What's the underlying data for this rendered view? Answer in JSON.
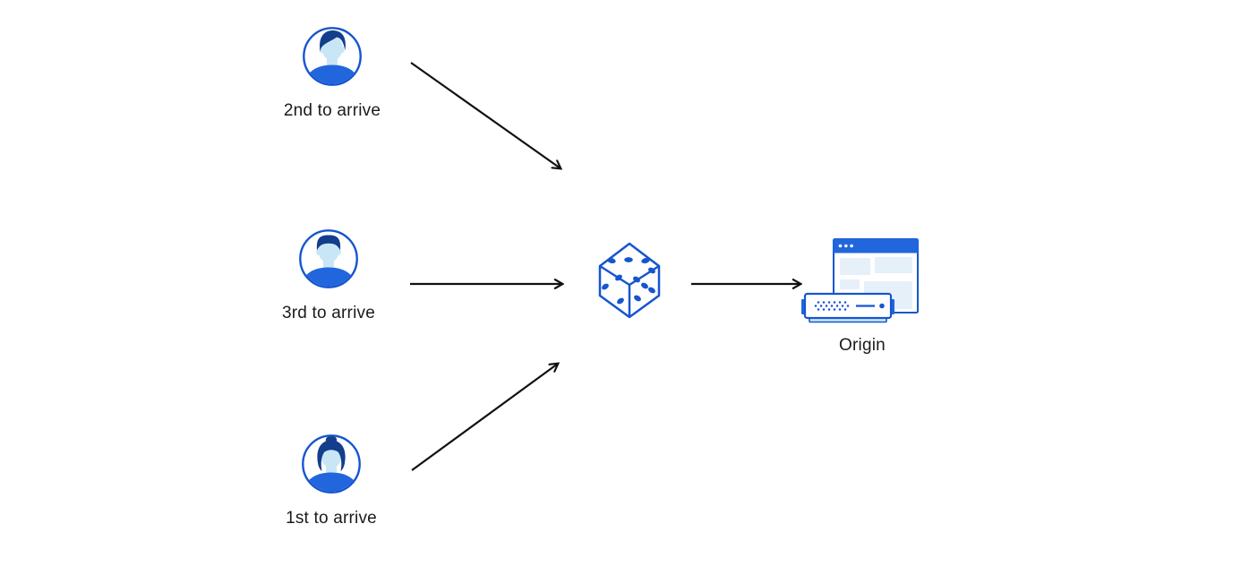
{
  "colors": {
    "accent-blue": "#1655CF",
    "bright-blue": "#2166DC",
    "navy": "#123E8C",
    "skin-blue": "#C9E6F7",
    "panel-blue": "#E6F0F9",
    "shadow-blue": "#CDE7F8",
    "arrow-black": "#111111",
    "text-black": "#1B1B1D",
    "background": "#FFFFFF"
  },
  "diagram": {
    "nodes": {
      "visitor_second": {
        "label": "2nd to arrive",
        "icon": "male-avatar-icon"
      },
      "visitor_third": {
        "label": "3rd to arrive",
        "icon": "male-avatar-icon"
      },
      "visitor_first": {
        "label": "1st to arrive",
        "icon": "female-avatar-icon"
      },
      "randomizer": {
        "icon": "dice-icon"
      },
      "origin": {
        "label": "Origin",
        "icon": "origin-server-icon"
      }
    },
    "edges": [
      {
        "from": "visitor_second",
        "to": "randomizer"
      },
      {
        "from": "visitor_third",
        "to": "randomizer"
      },
      {
        "from": "visitor_first",
        "to": "randomizer"
      },
      {
        "from": "randomizer",
        "to": "origin"
      }
    ]
  }
}
